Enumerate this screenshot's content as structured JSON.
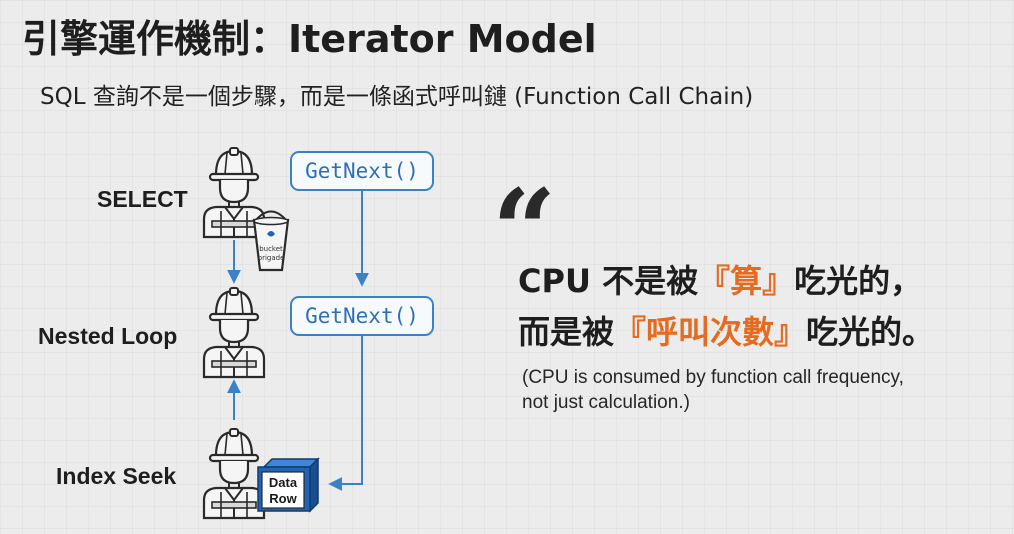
{
  "header": {
    "title": "引擎運作機制：Iterator Model",
    "subtitle": "SQL 查詢不是一個步驟，而是一條函式呼叫鏈  (Function Call Chain)"
  },
  "layers": [
    {
      "label": "SELECT"
    },
    {
      "label": "Nested Loop"
    },
    {
      "label": "Index Seek"
    }
  ],
  "calls": [
    {
      "label": "GetNext()"
    },
    {
      "label": "GetNext()"
    }
  ],
  "bucket": {
    "line1": "bucket",
    "line2": "brigade"
  },
  "data_box": {
    "line1": "Data",
    "line2": "Row"
  },
  "quote": {
    "mark": "“",
    "line1_pre": "CPU 不是被",
    "line1_accent": "『算』",
    "line1_post": "吃光的，",
    "line2_pre": "而是被",
    "line2_accent": "『呼叫次數』",
    "line2_post": "吃光的。",
    "note_line1": "(CPU is consumed by function call frequency,",
    "note_line2": "not just calculation.)"
  },
  "colors": {
    "accent": "#e46b20",
    "flow_blue": "#3a82c8",
    "data_box_blue": "#1f64b6",
    "text": "#1e1e1e"
  },
  "icons": [
    "worker-hardhat-icon",
    "bucket-icon",
    "data-row-box-icon"
  ]
}
